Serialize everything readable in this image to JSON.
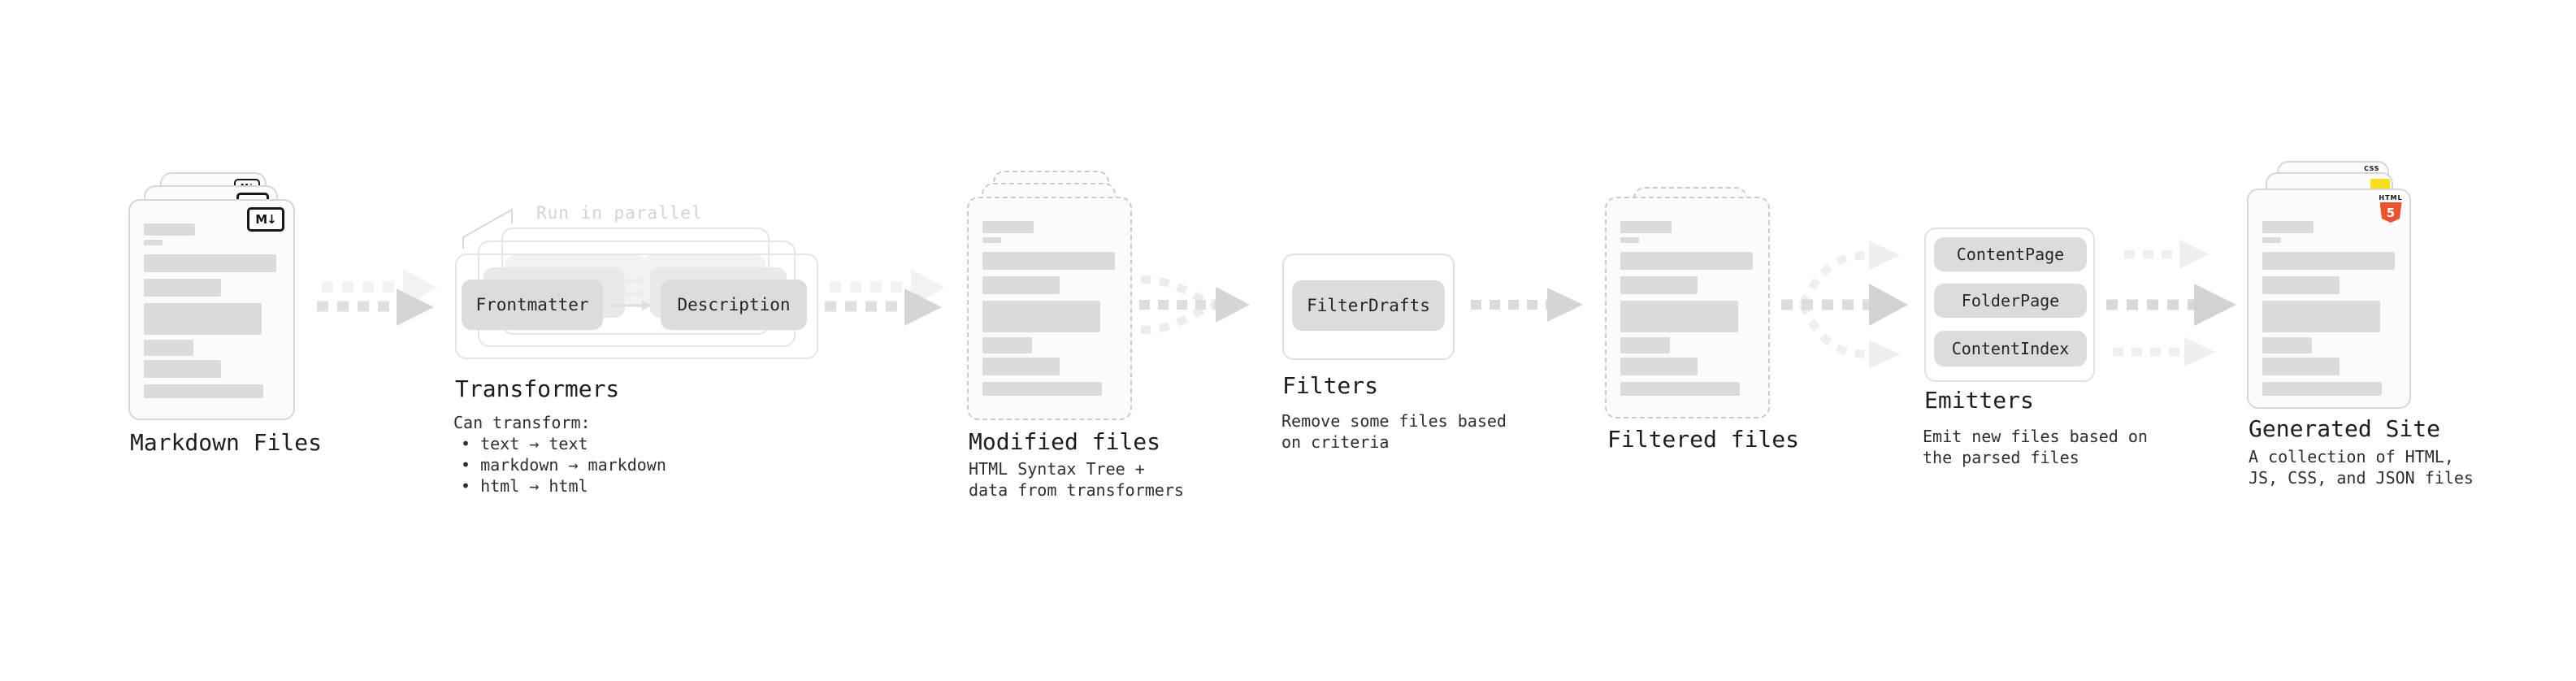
{
  "stages": {
    "markdown_files": {
      "label": "Markdown Files",
      "badge": "M↓"
    },
    "transformers": {
      "label": "Transformers",
      "annotation": "Run in parallel",
      "boxes": [
        "Frontmatter",
        "Description"
      ],
      "caption_title": "Can transform:",
      "bullets": [
        "• text → text",
        "• markdown → markdown",
        "• html → html"
      ]
    },
    "modified_files": {
      "label": "Modified files",
      "caption": [
        "HTML Syntax Tree +",
        "data from transformers"
      ]
    },
    "filters": {
      "label": "Filters",
      "box": "FilterDrafts",
      "caption": [
        "Remove some files based",
        "on criteria"
      ]
    },
    "filtered_files": {
      "label": "Filtered files"
    },
    "emitters": {
      "label": "Emitters",
      "boxes": [
        "ContentPage",
        "FolderPage",
        "ContentIndex"
      ],
      "caption": [
        "Emit new files based on",
        "the parsed files"
      ]
    },
    "generated_site": {
      "label": "Generated Site",
      "caption": [
        "A collection of HTML,",
        "JS, CSS, and JSON files"
      ],
      "css_label": "CSS",
      "html_label": "HTML",
      "html_number": "5"
    }
  },
  "colors": {
    "doc_border": "#d7d7d7",
    "doc_dashed_border": "#cbcbcb",
    "doc_fill": "#fbfbfb",
    "skeleton_line": "#dbdbdb",
    "node_fill": "#dcdcdc",
    "frame_outline": "#e5e5e5",
    "arrow_dash": "#e0e0e0",
    "arrow_head": "#d5d5d5",
    "arrow_echo": "#f2f2f2",
    "annotation_gray": "#d3d3d3",
    "heading_text": "#1d1d1d",
    "js_yellow": "#f7df1e",
    "html_orange": "#e8542f",
    "css_blue": "#2d63e8",
    "badge_black": "#161616"
  }
}
